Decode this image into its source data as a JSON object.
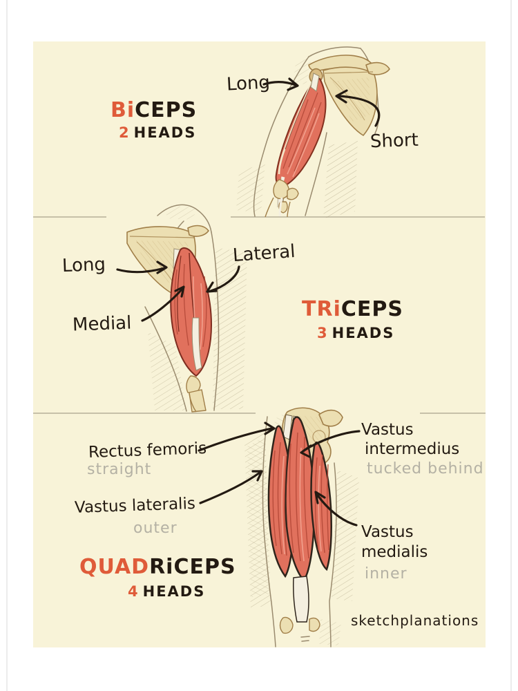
{
  "page": {
    "brand": "sketchplanations",
    "colors": {
      "canvas_background": "#f8f3d8",
      "accent_orange": "#df5b39",
      "ink": "#231a12",
      "muted_gray": "#b4b1a4",
      "muscle_red": "#e1715d",
      "bone_tan": "#ecdfb2"
    }
  },
  "sections": {
    "biceps": {
      "title_accent": "Bi",
      "title_rest": "CEPS",
      "heads_number": "2",
      "heads_word": "HEADS",
      "labels": {
        "long": "Long",
        "short": "Short"
      }
    },
    "triceps": {
      "title_accent": "TRi",
      "title_rest": "CEPS",
      "heads_number": "3",
      "heads_word": "HEADS",
      "labels": {
        "long": "Long",
        "lateral": "Lateral",
        "medial": "Medial"
      }
    },
    "quadriceps": {
      "title_accent": "QUAD",
      "title_rest": "RiCEPS",
      "heads_number": "4",
      "heads_word": "HEADS",
      "labels": {
        "rectus_femoris": "Rectus femoris",
        "rectus_femoris_note": "straight",
        "vastus_lateralis": "Vastus lateralis",
        "vastus_lateralis_note": "outer",
        "vastus_intermedius_line1": "Vastus",
        "vastus_intermedius_line2": "intermedius",
        "vastus_intermedius_note": "tucked behind",
        "vastus_medialis_line1": "Vastus",
        "vastus_medialis_line2": "medialis",
        "vastus_medialis_note": "inner"
      }
    }
  }
}
